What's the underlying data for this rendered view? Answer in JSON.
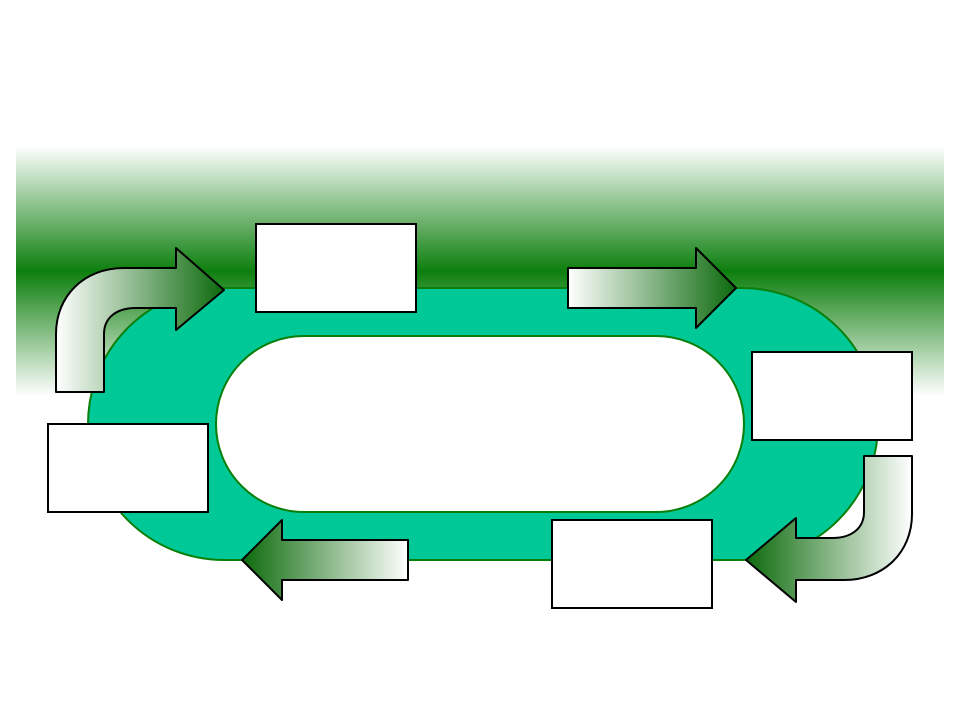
{
  "diagram": {
    "type": "cycle",
    "colors": {
      "band_dark": "#0d7f0d",
      "track_fill": "#00c896",
      "track_stroke": "#0a7f0a",
      "arrow_dark": "#0c6a0c",
      "arrow_light": "#ffffff",
      "box_fill": "#ffffff",
      "box_stroke": "#000000"
    },
    "boxes": [
      {
        "id": "top",
        "text": ""
      },
      {
        "id": "right",
        "text": ""
      },
      {
        "id": "bottom",
        "text": ""
      },
      {
        "id": "left",
        "text": ""
      }
    ],
    "center_text": "",
    "arrows": [
      {
        "id": "left-up-curved",
        "direction": "right"
      },
      {
        "id": "top-right-straight",
        "direction": "right"
      },
      {
        "id": "right-down-curved",
        "direction": "left"
      },
      {
        "id": "bottom-left-straight",
        "direction": "left"
      }
    ]
  }
}
